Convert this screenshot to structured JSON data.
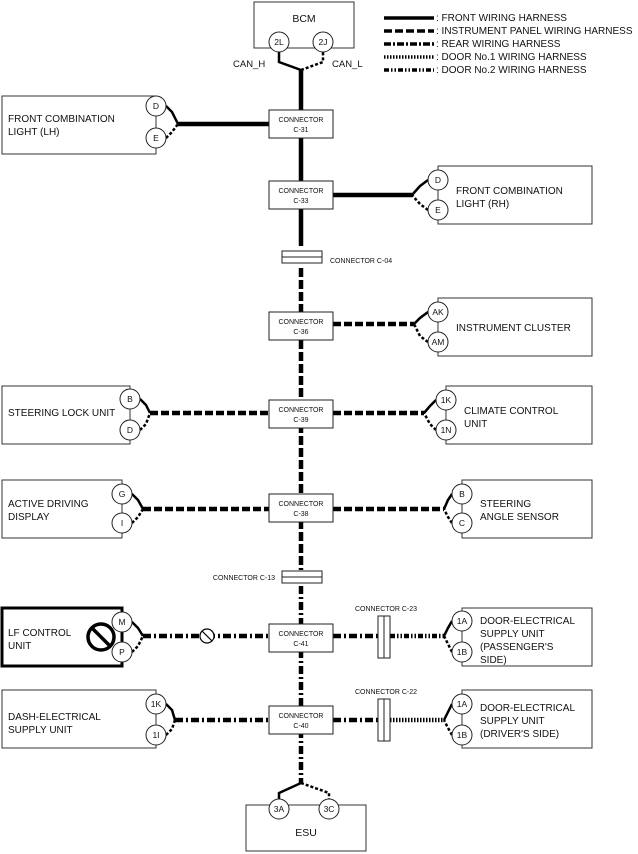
{
  "legend": {
    "front": ": FRONT WIRING HARNESS",
    "instrument": ": INSTRUMENT PANEL WIRING HARNESS",
    "rear": ": REAR WIRING HARNESS",
    "door1": ": DOOR No.1 WIRING HARNESS",
    "door2": ": DOOR No.2 WIRING HARNESS"
  },
  "bcm": {
    "title": "BCM",
    "pin_h": "2L",
    "pin_l": "2J",
    "can_h": "CAN_H",
    "can_l": "CAN_L"
  },
  "esu": {
    "title": "ESU",
    "pin_a": "3A",
    "pin_b": "3C"
  },
  "connectors": {
    "c31": {
      "line1": "CONNECTOR",
      "line2": "C-31"
    },
    "c33": {
      "line1": "CONNECTOR",
      "line2": "C-33"
    },
    "c04": {
      "label": "CONNECTOR C-04"
    },
    "c36": {
      "line1": "CONNECTOR",
      "line2": "C-36"
    },
    "c39": {
      "line1": "CONNECTOR",
      "line2": "C-39"
    },
    "c38": {
      "line1": "CONNECTOR",
      "line2": "C-38"
    },
    "c13": {
      "label": "CONNECTOR C-13"
    },
    "c41": {
      "line1": "CONNECTOR",
      "line2": "C-41"
    },
    "c40": {
      "line1": "CONNECTOR",
      "line2": "C-40"
    },
    "c23": {
      "label": "CONNECTOR C-23"
    },
    "c22": {
      "label": "CONNECTOR C-22"
    }
  },
  "modules": {
    "fcl_lh": {
      "line1": "FRONT COMBINATION",
      "line2": "LIGHT (LH)",
      "pin1": "D",
      "pin2": "E"
    },
    "fcl_rh": {
      "line1": "FRONT COMBINATION",
      "line2": "LIGHT (RH)",
      "pin1": "D",
      "pin2": "E"
    },
    "cluster": {
      "line1": "INSTRUMENT CLUSTER",
      "pin1": "AK",
      "pin2": "AM"
    },
    "steer_lock": {
      "line1": "STEERING LOCK UNIT",
      "pin1": "B",
      "pin2": "D"
    },
    "climate": {
      "line1": "CLIMATE CONTROL",
      "line2": "UNIT",
      "pin1": "1K",
      "pin2": "1N"
    },
    "active_display": {
      "line1": "ACTIVE DRIVING",
      "line2": "DISPLAY",
      "pin1": "G",
      "pin2": "I"
    },
    "steer_angle": {
      "line1": "STEERING",
      "line2": "ANGLE SENSOR",
      "pin1": "B",
      "pin2": "C"
    },
    "lf_control": {
      "line1": "LF CONTROL",
      "line2": "UNIT",
      "pin1": "M",
      "pin2": "P"
    },
    "door_pass": {
      "line1": "DOOR-ELECTRICAL",
      "line2": "SUPPLY UNIT",
      "line3": "(PASSENGER'S",
      "line4": "SIDE)",
      "pin1": "1A",
      "pin2": "1B"
    },
    "dash_supply": {
      "line1": "DASH-ELECTRICAL",
      "line2": "SUPPLY UNIT",
      "pin1": "1K",
      "pin2": "1I"
    },
    "door_driver": {
      "line1": "DOOR-ELECTRICAL",
      "line2": "SUPPLY UNIT",
      "line3": "(DRIVER'S SIDE)",
      "pin1": "1A",
      "pin2": "1B"
    }
  },
  "harness_styles": {
    "front": "#000000",
    "instrument": "#000000",
    "rear": "#000000",
    "door1": "#000000",
    "door2": "#000000"
  }
}
